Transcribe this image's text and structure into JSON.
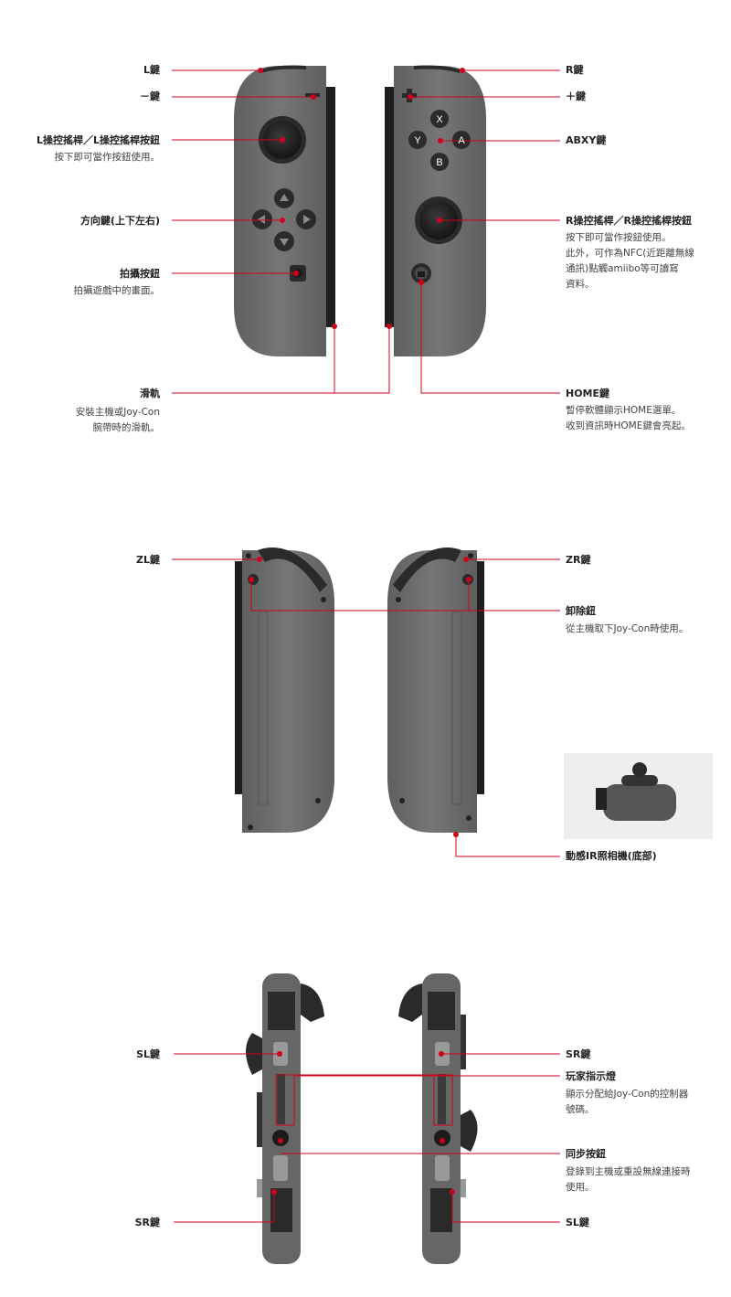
{
  "section1": {
    "l_key": "L鍵",
    "minus_key": "－鍵",
    "l_stick": "L操控搖桿／L操控搖桿按鈕",
    "l_stick_desc": "按下即可當作按鈕使用。",
    "dpad": "方向鍵(上下左右)",
    "capture": "拍攝按鈕",
    "capture_desc": "拍攝遊戲中的畫面。",
    "rail": "滑軌",
    "rail_desc": "安裝主機或Joy-Con\n腕帶時的滑軌。",
    "r_key": "R鍵",
    "plus_key": "＋鍵",
    "abxy": "ABXY鍵",
    "r_stick": "R操控搖桿／R操控搖桿按鈕",
    "r_stick_desc": "按下即可當作按鈕使用。\n此外，可作為NFC(近距離無線\n通訊)點觸amiibo等可讀寫\n資料。",
    "home": "HOME鍵",
    "home_desc": "暫停軟體顯示HOME選單。\n收到資訊時HOME鍵會亮起。",
    "btn_x": "X",
    "btn_y": "Y",
    "btn_a": "A",
    "btn_b": "B"
  },
  "section2": {
    "zl_key": "ZL鍵",
    "zr_key": "ZR鍵",
    "release": "卸除鈕",
    "release_desc": "從主機取下Joy-Con時使用。",
    "ir_camera": "動感IR照相機(底部)"
  },
  "section3": {
    "sl_key_left": "SL鍵",
    "sr_key_left": "SR鍵",
    "sr_key_right": "SR鍵",
    "player_led": "玩家指示燈",
    "player_led_desc": "顯示分配給Joy-Con的控制器\n號碼。",
    "sync": "同步按鈕",
    "sync_desc": "登錄到主機或重設無線連接時\n使用。",
    "sl_key_right": "SL鍵"
  },
  "colors": {
    "accent": "#d0021b",
    "body": "#6e6e6e",
    "dark": "#2b2b2b"
  }
}
